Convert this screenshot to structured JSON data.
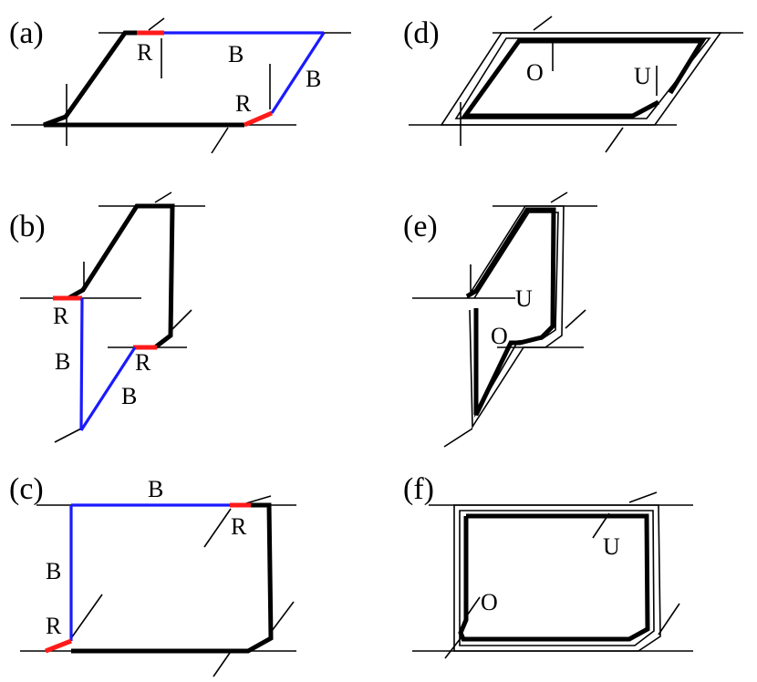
{
  "colors": {
    "ink": "#000000",
    "slip": "#ff1a1a",
    "blocked": "#1a1aff",
    "background": "#ffffff"
  },
  "panels": {
    "a": {
      "label": "(a)",
      "texts": [
        "R",
        "B",
        "B",
        "R"
      ]
    },
    "b": {
      "label": "(b)",
      "texts": [
        "R",
        "B",
        "R",
        "B"
      ]
    },
    "c": {
      "label": "(c)",
      "texts": [
        "B",
        "R",
        "B",
        "R"
      ]
    },
    "d": {
      "label": "(d)",
      "texts": [
        "O",
        "U"
      ]
    },
    "e": {
      "label": "(e)",
      "texts": [
        "U",
        "O"
      ]
    },
    "f": {
      "label": "(f)",
      "texts": [
        "U",
        "O"
      ]
    }
  }
}
